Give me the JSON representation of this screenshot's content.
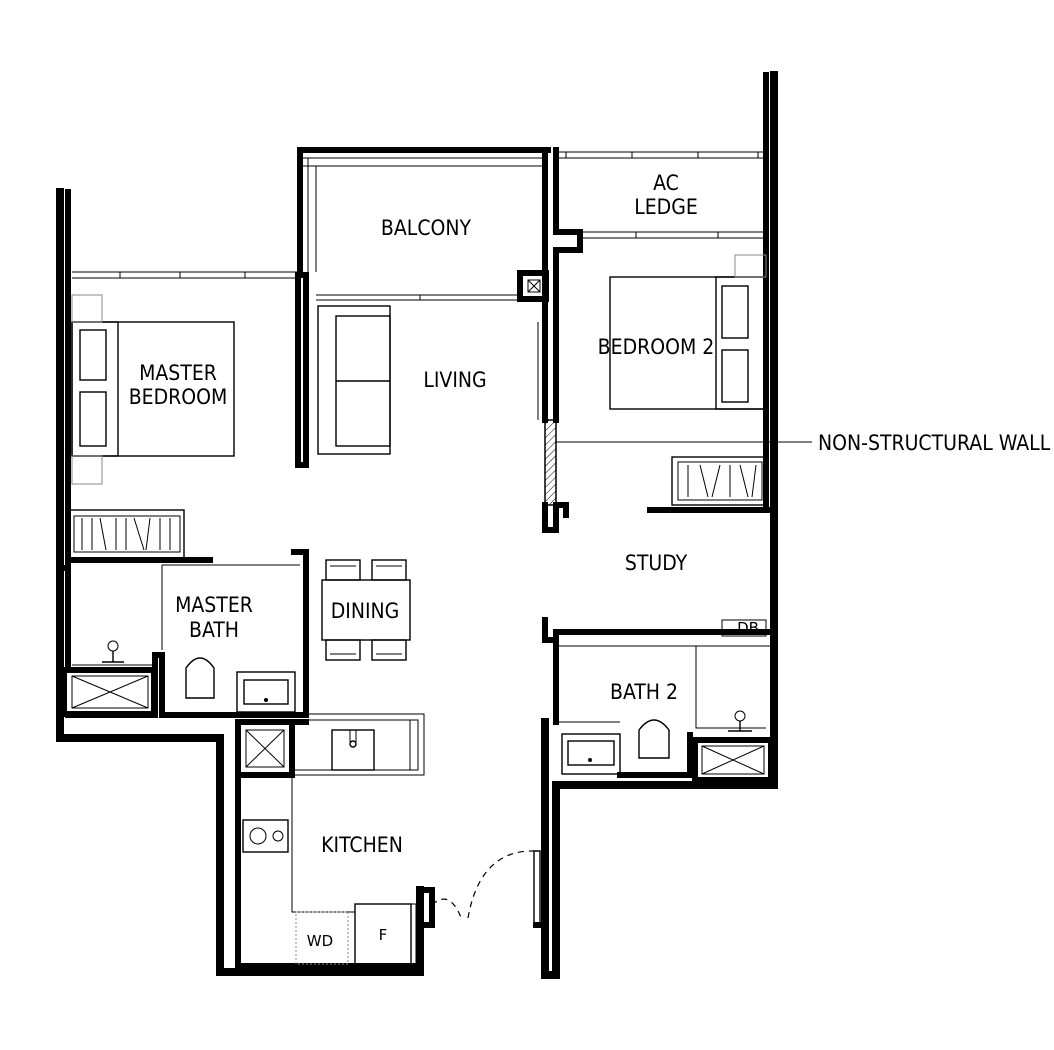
{
  "rooms": {
    "balcony": "BALCONY",
    "ac_ledge_line1": "AC",
    "ac_ledge_line2": "LEDGE",
    "master_bedroom_line1": "MASTER",
    "master_bedroom_line2": "BEDROOM",
    "living": "LIVING",
    "bedroom2": "BEDROOM 2",
    "dining": "DINING",
    "master_bath_line1": "MASTER",
    "master_bath_line2": "BATH",
    "study": "STUDY",
    "bath2": "BATH 2",
    "kitchen": "KITCHEN"
  },
  "fixtures": {
    "db": "DB",
    "washer_dryer": "WD",
    "fridge": "F"
  },
  "annotations": {
    "non_structural_wall": "NON-STRUCTURAL WALL"
  }
}
